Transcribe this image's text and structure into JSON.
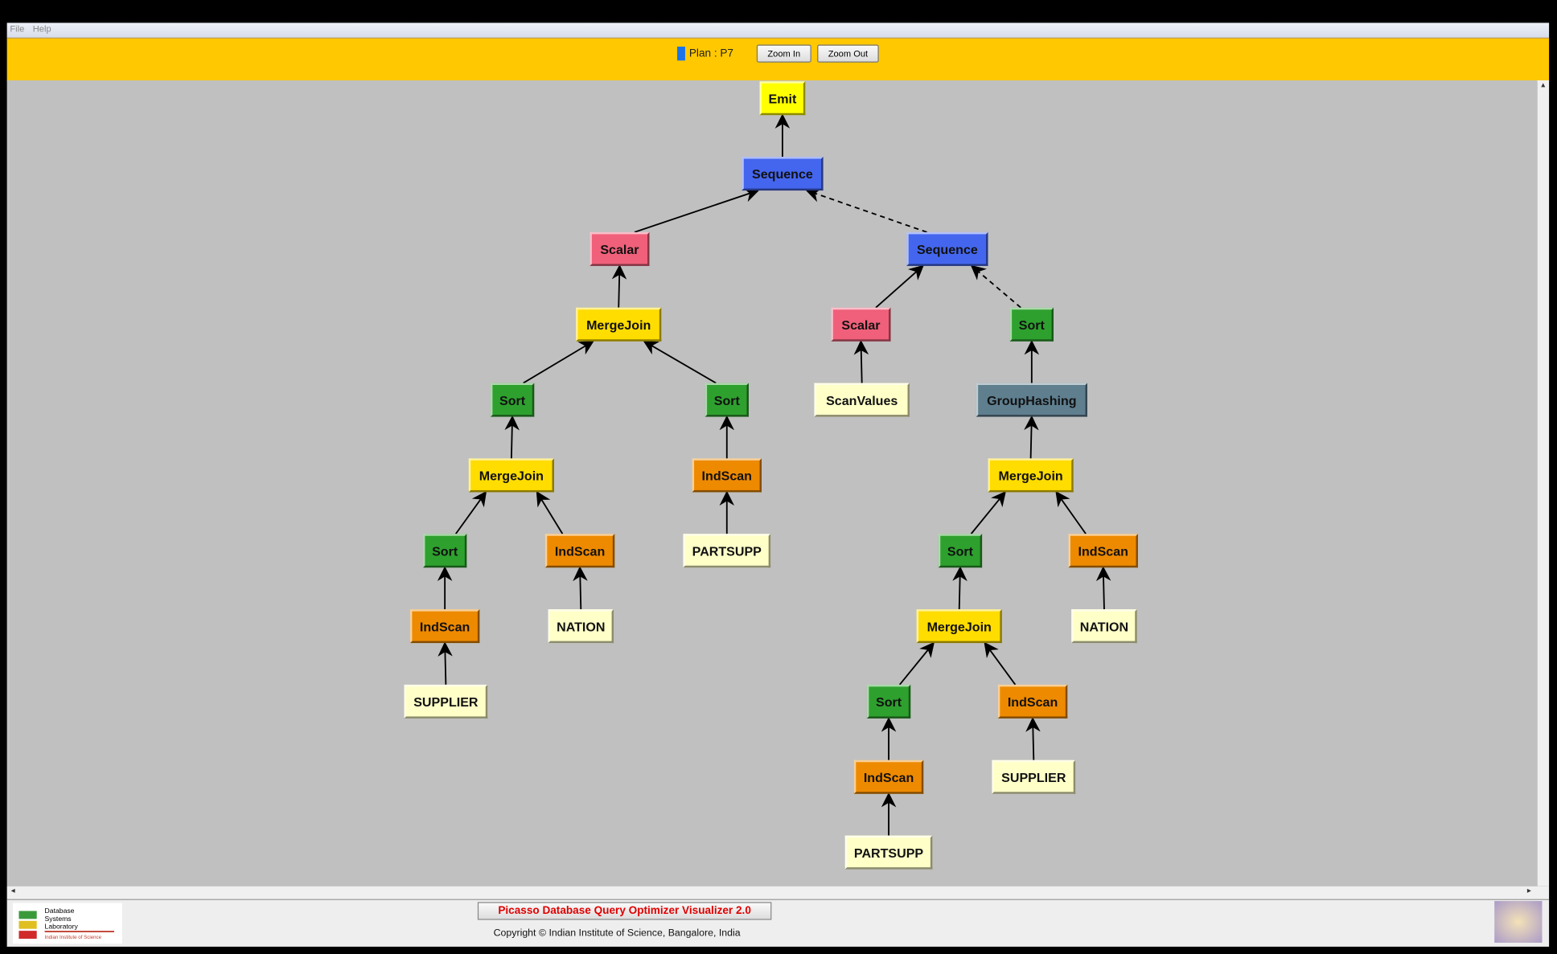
{
  "menu": [
    "File",
    "Help"
  ],
  "toolbar": {
    "plan_label": "Plan : P7",
    "zoom_in": "Zoom In",
    "zoom_out": "Zoom Out"
  },
  "colors": {
    "Emit": "#ffff00",
    "Sequence": "#4466ee",
    "Scalar": "#f0607a",
    "MergeJoin": "#ffdd00",
    "Sort": "#2ea02e",
    "IndScan": "#ee8a00",
    "GroupHashing": "#5f7f8f",
    "Table": "#ffffc8",
    "ScanValues": "#ffffc8"
  },
  "plan_tree": [
    {
      "label": "Emit",
      "type": "Emit",
      "parent": null
    },
    {
      "label": "Sequence",
      "type": "Sequence",
      "parent": 0
    },
    {
      "label": "Scalar",
      "type": "Scalar",
      "parent": 1
    },
    {
      "label": "Sequence",
      "type": "Sequence",
      "parent": 1,
      "dashed": true
    },
    {
      "label": "MergeJoin",
      "type": "MergeJoin",
      "parent": 2
    },
    {
      "label": "Scalar",
      "type": "Scalar",
      "parent": 3
    },
    {
      "label": "Sort",
      "type": "Sort",
      "parent": 3,
      "dashed": true
    },
    {
      "label": "Sort",
      "type": "Sort",
      "parent": 4
    },
    {
      "label": "Sort",
      "type": "Sort",
      "parent": 4
    },
    {
      "label": "ScanValues",
      "type": "ScanValues",
      "parent": 5
    },
    {
      "label": "GroupHashing",
      "type": "GroupHashing",
      "parent": 6
    },
    {
      "label": "MergeJoin",
      "type": "MergeJoin",
      "parent": 7
    },
    {
      "label": "IndScan",
      "type": "IndScan",
      "parent": 8
    },
    {
      "label": "MergeJoin",
      "type": "MergeJoin",
      "parent": 10
    },
    {
      "label": "Sort",
      "type": "Sort",
      "parent": 11
    },
    {
      "label": "IndScan",
      "type": "IndScan",
      "parent": 11
    },
    {
      "label": "PARTSUPP",
      "type": "Table",
      "parent": 12
    },
    {
      "label": "Sort",
      "type": "Sort",
      "parent": 13
    },
    {
      "label": "IndScan",
      "type": "IndScan",
      "parent": 13
    },
    {
      "label": "IndScan",
      "type": "IndScan",
      "parent": 14
    },
    {
      "label": "NATION",
      "type": "Table",
      "parent": 15
    },
    {
      "label": "MergeJoin",
      "type": "MergeJoin",
      "parent": 17
    },
    {
      "label": "NATION",
      "type": "Table",
      "parent": 18
    },
    {
      "label": "SUPPLIER",
      "type": "Table",
      "parent": 19
    },
    {
      "label": "Sort",
      "type": "Sort",
      "parent": 21
    },
    {
      "label": "IndScan",
      "type": "IndScan",
      "parent": 21
    },
    {
      "label": "IndScan",
      "type": "IndScan",
      "parent": 24
    },
    {
      "label": "SUPPLIER",
      "type": "Table",
      "parent": 25
    },
    {
      "label": "PARTSUPP",
      "type": "Table",
      "parent": 26
    }
  ],
  "footer": {
    "logo_text": "Database Systems Laboratory",
    "title": "Picasso Database Query Optimizer Visualizer 2.0",
    "copyright": "Copyright © Indian Institute of Science, Bangalore, India"
  }
}
